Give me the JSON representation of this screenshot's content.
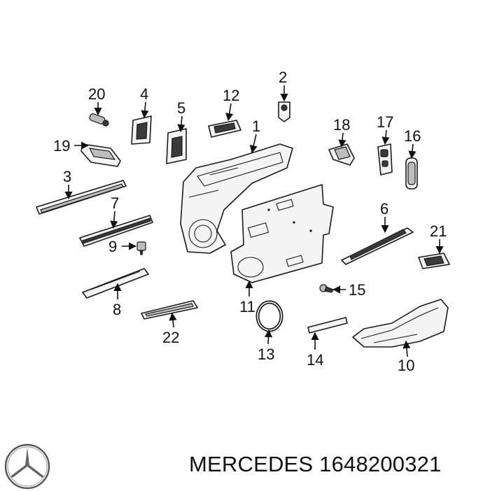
{
  "callouts": [
    "1",
    "2",
    "3",
    "4",
    "5",
    "6",
    "7",
    "8",
    "9",
    "10",
    "11",
    "12",
    "13",
    "14",
    "15",
    "16",
    "17",
    "18",
    "19",
    "20",
    "21",
    "22"
  ],
  "footer": {
    "brand": "MERCEDES",
    "part_number": "1648200321",
    "logo_icon": "mercedes-star-icon"
  }
}
